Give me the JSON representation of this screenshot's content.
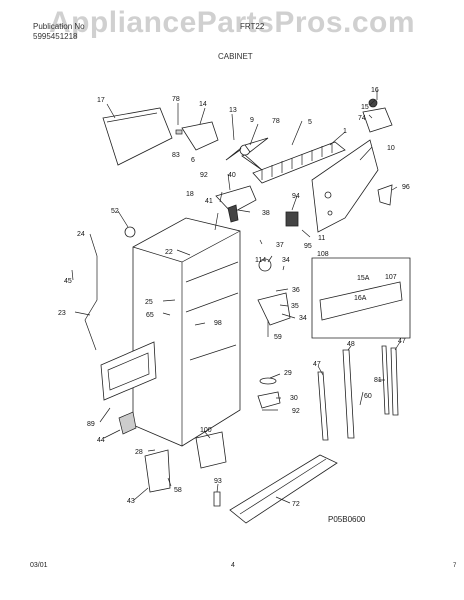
{
  "watermark": "AppliancePartsPros.com",
  "header": {
    "publication_label": "Publication No",
    "publication_number": "5995451218",
    "model_text": "FRT22",
    "section_title": "CABINET"
  },
  "footer": {
    "date": "03/01",
    "page": "4",
    "drawing_code": "P05B0600",
    "corner_mark": "7"
  },
  "callouts": [
    "17",
    "78",
    "14",
    "13",
    "9",
    "78",
    "5",
    "1",
    "16",
    "15",
    "74",
    "10",
    "83",
    "6",
    "92",
    "40",
    "96",
    "18",
    "41",
    "38",
    "52",
    "94",
    "22",
    "37",
    "11",
    "95",
    "24",
    "114",
    "34",
    "108",
    "15A",
    "107",
    "45",
    "36",
    "16A",
    "25",
    "65",
    "35",
    "34",
    "59",
    "98",
    "23",
    "47",
    "48",
    "81",
    "29",
    "60",
    "47",
    "30",
    "92",
    "89",
    "44",
    "100",
    "28",
    "58",
    "43",
    "93",
    "72"
  ]
}
